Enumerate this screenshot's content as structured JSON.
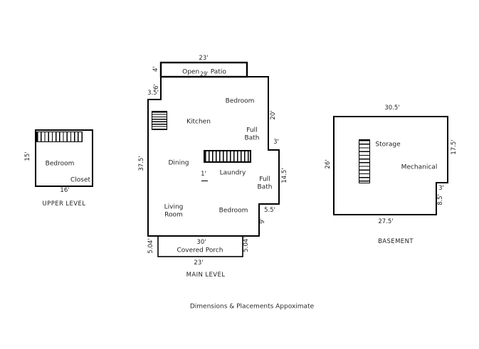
{
  "colors": {
    "line": "#000000",
    "text": "#1f1f1f",
    "background": "#ffffff"
  },
  "footer": {
    "disclaimer": "Dimensions & Placements Appoximate"
  },
  "upper_level": {
    "caption": "UPPER LEVEL",
    "labels": {
      "bedroom": "Bedroom",
      "closet": "Closet"
    },
    "dimensions": {
      "width_bottom": "16'",
      "height_left": "15'"
    }
  },
  "main_level": {
    "caption": "MAIN LEVEL",
    "patio": {
      "word_open": "Open",
      "dim_inline": "29'",
      "word_patio": "Patio",
      "dim_top": "23'",
      "dim_left": "4'"
    },
    "labels": {
      "bedroom_top": "Bedroom",
      "kitchen": "Kitchen",
      "full_bath_upper": "Full\nBath",
      "dining": "Dining",
      "laundry": "Laundry",
      "full_bath_lower": "Full\nBath",
      "living_room": "Living\nRoom",
      "bedroom_bottom": "Bedroom"
    },
    "dimensions": {
      "left_upper": "6'",
      "left_step": "3.5'",
      "left_main": "37.5'",
      "right_upper": "20'",
      "right_step_top": "3'",
      "right_mid": "14.5'",
      "right_step_bottom": "5.5'",
      "right_lower": "9'",
      "interior_one_foot": "1'"
    },
    "porch": {
      "label": "Covered Porch",
      "dim_top": "30'",
      "dim_bottom": "23'",
      "dim_left": "5.04'",
      "dim_right": "5.04'"
    }
  },
  "basement": {
    "caption": "BASEMENT",
    "labels": {
      "storage": "Storage",
      "mechanical": "Mechanical"
    },
    "dimensions": {
      "top": "30.5'",
      "left": "26'",
      "right": "17.5'",
      "notch_width": "3'",
      "notch_height": "8.5'",
      "bottom": "27.5'"
    }
  }
}
